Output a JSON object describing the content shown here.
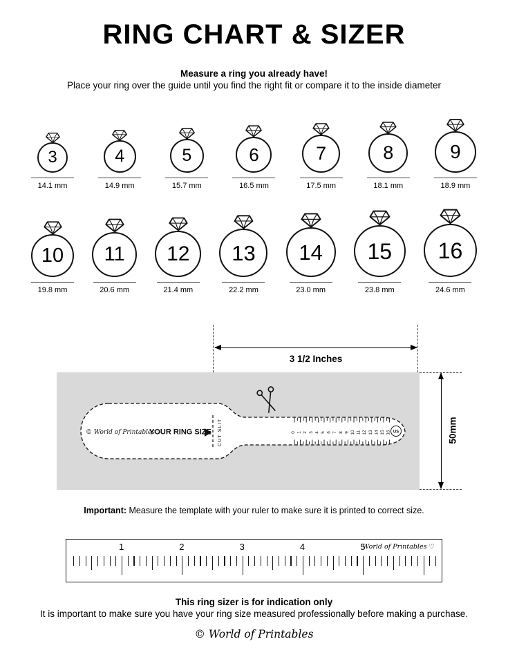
{
  "page": {
    "title": "RING CHART & SIZER",
    "subtitle": "Measure a ring you already have!",
    "description": "Place your ring over the guide until you find the right fit or compare it to the inside diameter"
  },
  "ring_chart": {
    "rows": [
      {
        "rings": [
          {
            "size": "3",
            "mm": 14.1,
            "diameter_label": "14.1 mm"
          },
          {
            "size": "4",
            "mm": 14.9,
            "diameter_label": "14.9 mm"
          },
          {
            "size": "5",
            "mm": 15.7,
            "diameter_label": "15.7 mm"
          },
          {
            "size": "6",
            "mm": 16.5,
            "diameter_label": "16.5 mm"
          },
          {
            "size": "7",
            "mm": 17.5,
            "diameter_label": "17.5 mm"
          },
          {
            "size": "8",
            "mm": 18.1,
            "diameter_label": "18.1 mm"
          },
          {
            "size": "9",
            "mm": 18.9,
            "diameter_label": "18.9 mm"
          }
        ]
      },
      {
        "rings": [
          {
            "size": "10",
            "mm": 19.8,
            "diameter_label": "19.8 mm"
          },
          {
            "size": "11",
            "mm": 20.6,
            "diameter_label": "20.6 mm"
          },
          {
            "size": "12",
            "mm": 21.4,
            "diameter_label": "21.4 mm"
          },
          {
            "size": "13",
            "mm": 22.2,
            "diameter_label": "22.2 mm"
          },
          {
            "size": "14",
            "mm": 23.0,
            "diameter_label": "23.0 mm"
          },
          {
            "size": "15",
            "mm": 23.8,
            "diameter_label": "23.8 mm"
          },
          {
            "size": "16",
            "mm": 24.6,
            "diameter_label": "24.6 mm"
          }
        ]
      }
    ]
  },
  "sizer": {
    "width_label": "3 1/2 Inches",
    "height_label": "50mm",
    "brand": "© World of Printables ♡",
    "your_ring_size": "YOUR RING SIZE",
    "cut_slit": "CUT SLIT",
    "scale_numbers": [
      "0",
      "1",
      "2",
      "3",
      "4",
      "5",
      "6",
      "7",
      "8",
      "9",
      "10",
      "11",
      "12",
      "13",
      "14",
      "15",
      "16"
    ],
    "us_label": "US"
  },
  "important": {
    "label": "Important:",
    "text": " Measure the template with your ruler to make sure it is printed to correct size."
  },
  "ruler": {
    "numbers": [
      "1",
      "2",
      "3",
      "4",
      "5"
    ],
    "brand": "World of Printables ♡"
  },
  "footer": {
    "bold": "This ring sizer is for indication only",
    "text": "It is important to make sure you have your ring size measured professionally before making a purchase.",
    "copyright": "© World of Printables"
  }
}
